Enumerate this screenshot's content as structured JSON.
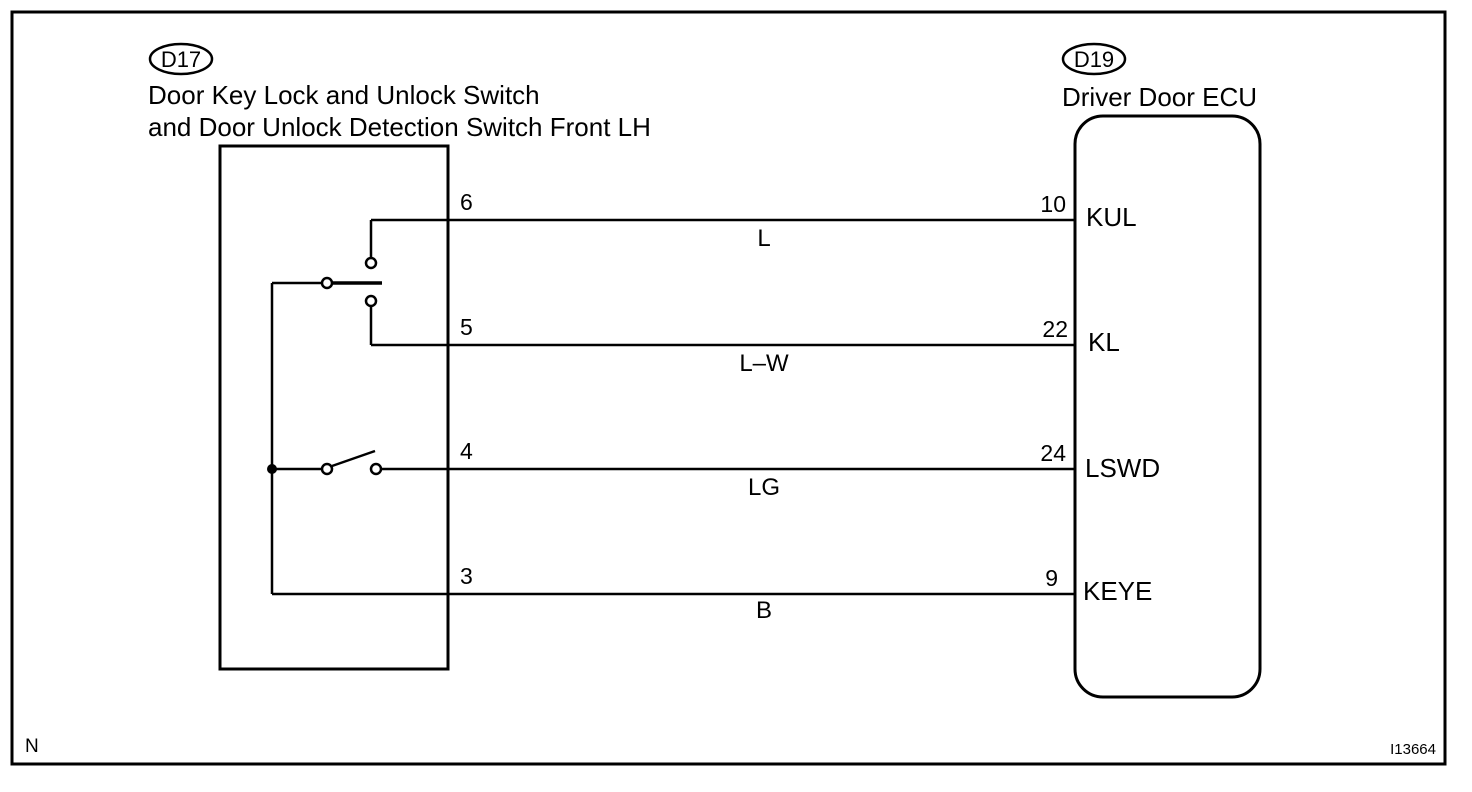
{
  "left_component": {
    "connector_id": "D17",
    "title_line1": "Door Key Lock and Unlock Switch",
    "title_line2": "and Door Unlock Detection Switch Front LH"
  },
  "right_component": {
    "connector_id": "D19",
    "title": "Driver Door ECU"
  },
  "wires": [
    {
      "left_pin": "6",
      "right_pin": "10",
      "terminal": "KUL",
      "color": "L"
    },
    {
      "left_pin": "5",
      "right_pin": "22",
      "terminal": "KL",
      "color": "L–W"
    },
    {
      "left_pin": "4",
      "right_pin": "24",
      "terminal": "LSWD",
      "color": "LG"
    },
    {
      "left_pin": "3",
      "right_pin": "9",
      "terminal": "KEYE",
      "color": "B"
    }
  ],
  "footer": {
    "left_mark": "N",
    "figure_id": "I13664"
  }
}
